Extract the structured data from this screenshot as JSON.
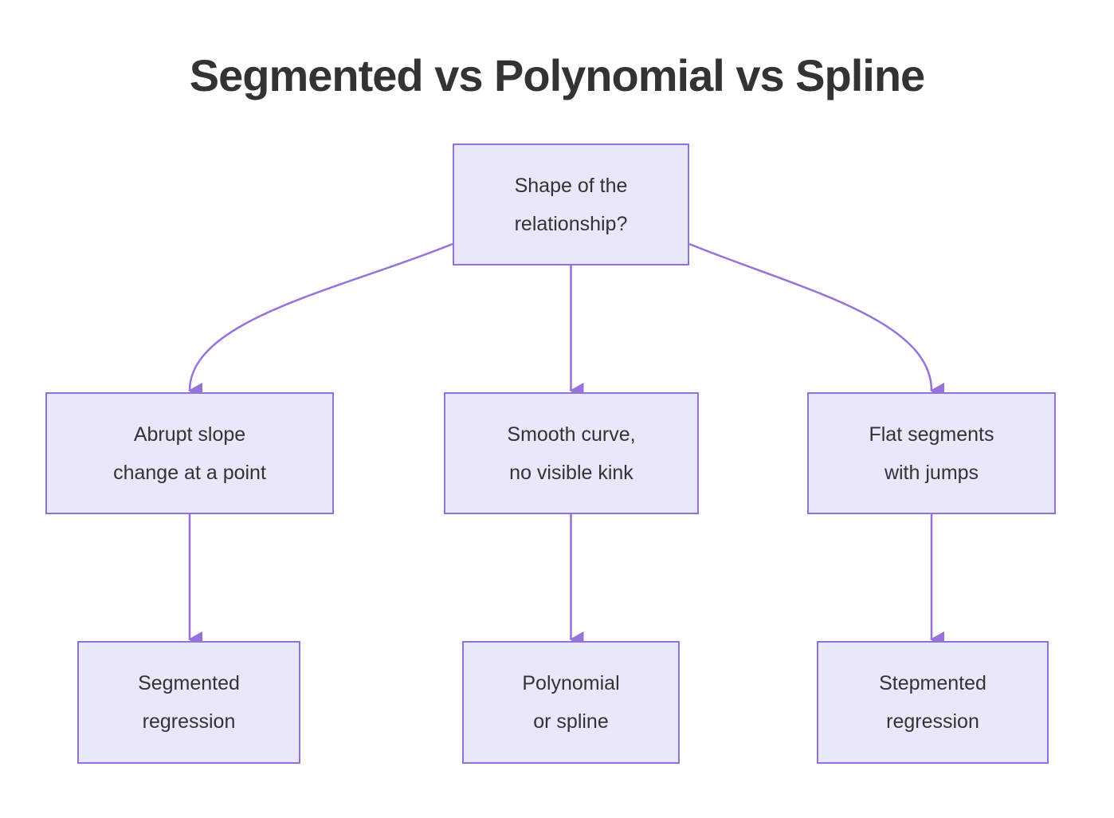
{
  "title": "Segmented vs Polynomial vs Spline",
  "colors": {
    "node_fill": "#e8e8fb",
    "node_border": "#9370db",
    "edge": "#9673d9",
    "text": "#333333",
    "title_color": "#333333",
    "background": "#ffffff"
  },
  "nodes": {
    "root": {
      "line1": "Shape of the",
      "line2": "relationship?"
    },
    "abrupt": {
      "line1": "Abrupt slope",
      "line2": "change at a point"
    },
    "smooth": {
      "line1": "Smooth curve,",
      "line2": "no visible kink"
    },
    "flat": {
      "line1": "Flat segments",
      "line2": "with jumps"
    },
    "segmented": {
      "line1": "Segmented",
      "line2": "regression"
    },
    "polynomial": {
      "line1": "Polynomial",
      "line2": "or spline"
    },
    "stepmented": {
      "line1": "Stepmented",
      "line2": "regression"
    }
  },
  "edges": [
    {
      "from": "root",
      "to": "abrupt"
    },
    {
      "from": "root",
      "to": "smooth"
    },
    {
      "from": "root",
      "to": "flat"
    },
    {
      "from": "abrupt",
      "to": "segmented"
    },
    {
      "from": "smooth",
      "to": "polynomial"
    },
    {
      "from": "flat",
      "to": "stepmented"
    }
  ]
}
